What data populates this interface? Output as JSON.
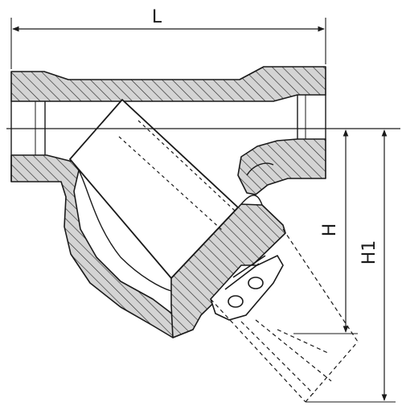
{
  "dimensions": {
    "length_label": "L",
    "height_label": "H",
    "height1_label": "H1"
  },
  "colors": {
    "line": "#1a1a1a",
    "hatch_fill": "#d0d0d0",
    "background": "#ffffff"
  }
}
